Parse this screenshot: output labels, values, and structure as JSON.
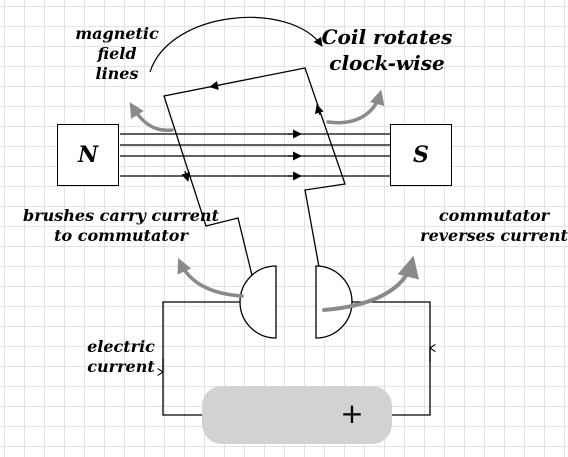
{
  "labels": {
    "magnetic_field_lines": [
      "magnetic",
      "field",
      "lines"
    ],
    "coil_rotates": [
      "Coil rotates",
      "clock-wise"
    ],
    "brushes": [
      "brushes carry current",
      "to commutator"
    ],
    "commutator": [
      "commutator",
      "reverses current"
    ],
    "electric_current": [
      "electric",
      "current"
    ]
  },
  "magnet": {
    "north": "N",
    "south": "S"
  },
  "battery": {
    "terminal": "+"
  },
  "colors": {
    "annotation_arrow": "#8a8a8a",
    "battery_fill": "#d2d2d2",
    "grid": "#e3e3e3"
  }
}
